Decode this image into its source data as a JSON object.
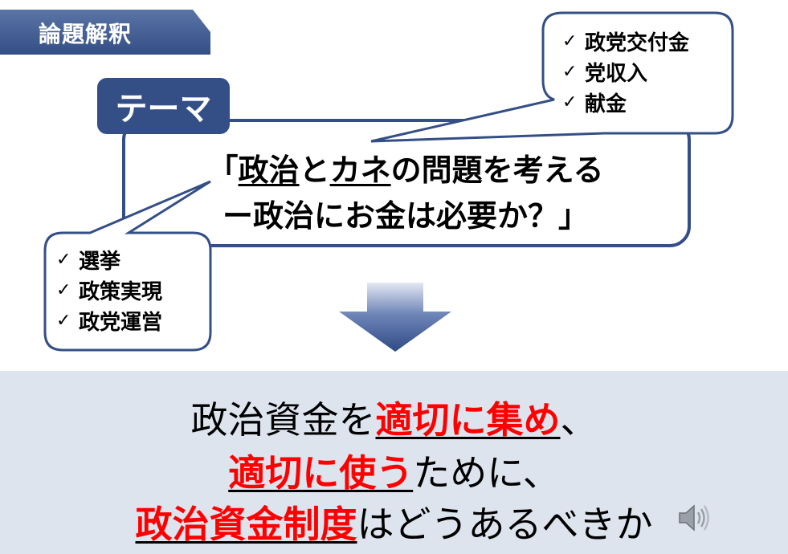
{
  "header": {
    "title": "論題解釈"
  },
  "theme": {
    "label": "テーマ",
    "line1": {
      "open_bracket": "「",
      "w1": "政治",
      "w2": "と",
      "w3": "カネ",
      "w4": "の問題を考える"
    },
    "line2": "ー政治にお金は必要か？」"
  },
  "bubble_right": {
    "check": "✓",
    "items": [
      "政党交付金",
      "党収入",
      "献金"
    ]
  },
  "bubble_left": {
    "check": "✓",
    "items": [
      "選挙",
      "政策実現",
      "政党運営"
    ]
  },
  "conclusion": {
    "line1": {
      "plain1": "政治資金を",
      "red1": "適切に集め",
      "plain2": "、"
    },
    "line2": {
      "red1": "適切に使う",
      "plain1": "ために、"
    },
    "line3": {
      "red1": "政治資金制度",
      "plain1": "はどうあるべきか"
    }
  },
  "colors": {
    "navy": "#344f86",
    "accent_red": "#ff0000",
    "panel_bg": "#dde4ee"
  }
}
